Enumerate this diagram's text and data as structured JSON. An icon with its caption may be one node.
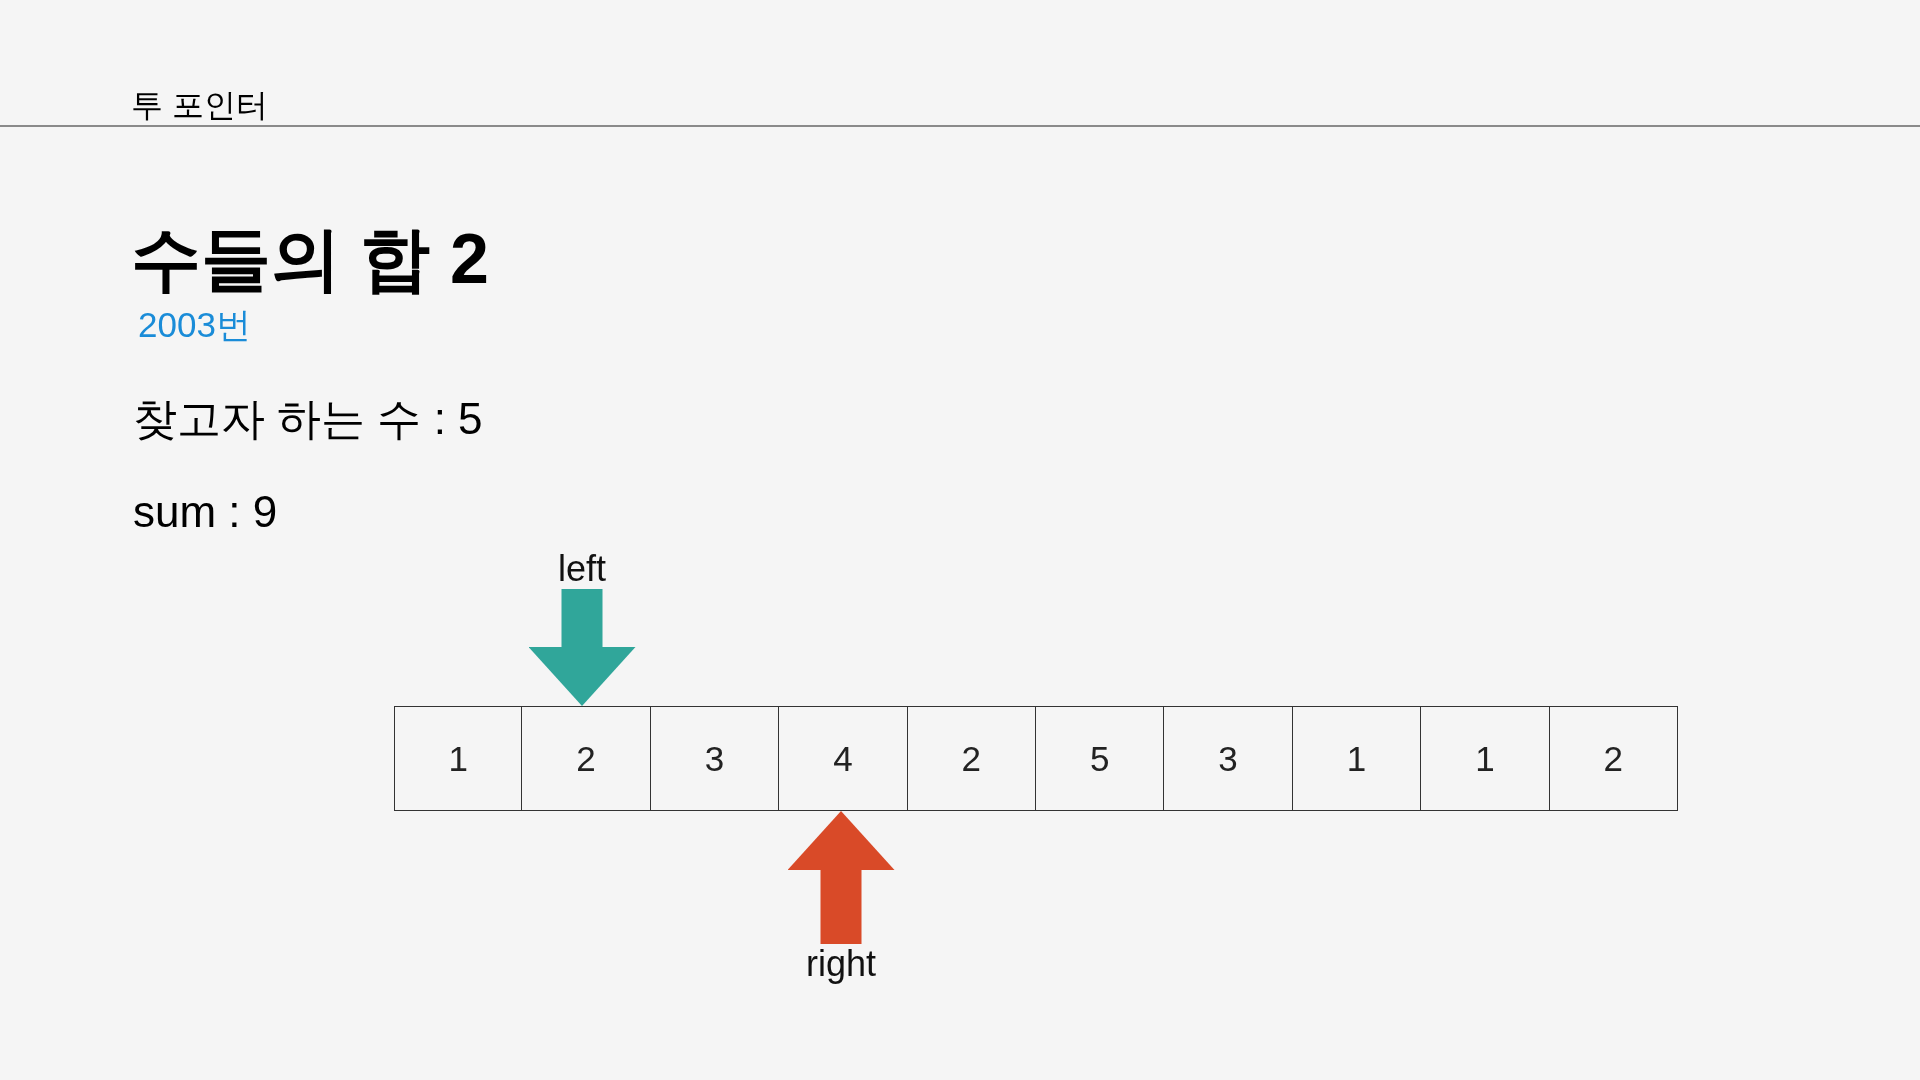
{
  "diagram": {
    "title": "수들의 합 2",
    "nodes": [
      {
        "text": [
          "left"
        ]
      },
      {
        "text": [
          "1"
        ]
      },
      {
        "text": [
          "2"
        ]
      },
      {
        "text": [
          "3"
        ]
      },
      {
        "text": [
          "4"
        ]
      },
      {
        "text": [
          "2"
        ]
      },
      {
        "text": [
          "5"
        ]
      },
      {
        "text": [
          "3"
        ]
      },
      {
        "text": [
          "1"
        ]
      },
      {
        "text": [
          "1"
        ]
      },
      {
        "text": [
          "2"
        ]
      },
      {
        "text": [
          "right"
        ]
      }
    ],
    "edges": [
      {
        "from": 0,
        "to": 2,
        "arrow": "to",
        "color": "#30a69a"
      },
      {
        "from": 11,
        "to": 4,
        "arrow": "to",
        "color": "#d94a28"
      }
    ],
    "labels": [
      "투 포인터",
      "2003번",
      "찾고자 하는 수 : 5",
      "sum : 9"
    ]
  }
}
